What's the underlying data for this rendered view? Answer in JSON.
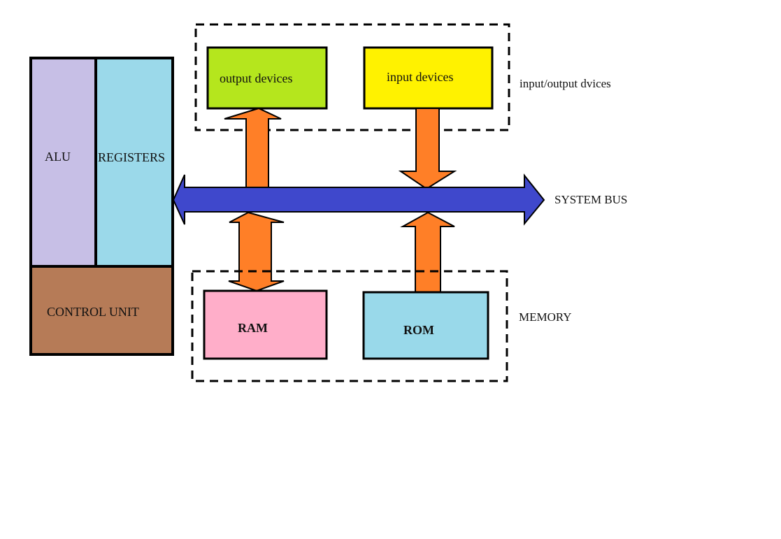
{
  "cpu": {
    "alu": {
      "label": "ALU",
      "color": "#c7bfe6"
    },
    "registers": {
      "label": "REGISTERS",
      "color": "#9bd9ea"
    },
    "control_unit": {
      "label": "CONTROL UNIT",
      "color": "#b67b57"
    }
  },
  "io_group": {
    "label": "input/output dvices",
    "output_devices": {
      "label": "output devices",
      "color": "#b5e61d"
    },
    "input_devices": {
      "label": "input devices",
      "color": "#fff200"
    }
  },
  "system_bus": {
    "label": "SYSTEM BUS",
    "color": "#3f48cc"
  },
  "memory_group": {
    "label": "MEMORY",
    "ram": {
      "label": "RAM",
      "color": "#ffaec9"
    },
    "rom": {
      "label": "ROM",
      "color": "#99d9ea"
    }
  },
  "arrow_color": "#ff7f27"
}
